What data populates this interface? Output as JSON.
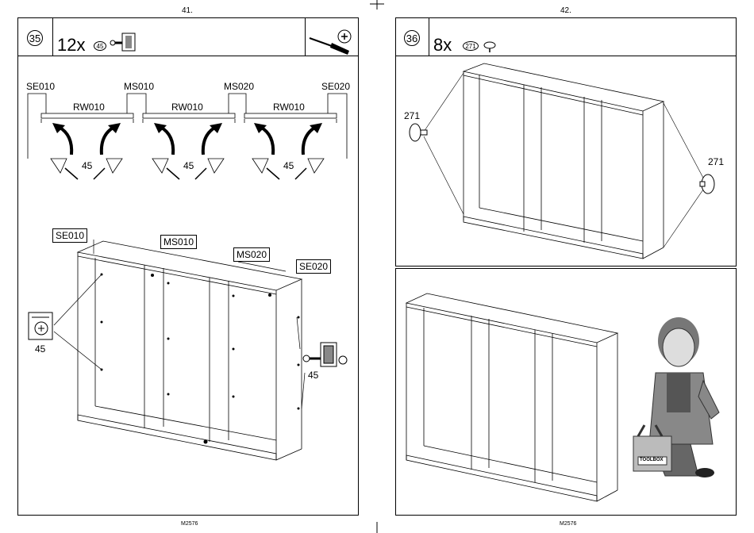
{
  "pages": {
    "left": {
      "number": "41.",
      "footer": "M2576"
    },
    "right": {
      "number": "42.",
      "footer": "M2576"
    }
  },
  "step35": {
    "step": "35",
    "quantity": "12x",
    "part": "45",
    "tool": "screwdriver-icon",
    "top_labels": [
      "SE010",
      "MS010",
      "MS020",
      "SE020"
    ],
    "rail_labels": [
      "RW010",
      "RW010",
      "RW010"
    ],
    "screw_labels": [
      "45",
      "45",
      "45"
    ],
    "box_labels": [
      "SE010",
      "MS010",
      "MS020",
      "SE020"
    ],
    "detail_left": "45",
    "detail_right": "45"
  },
  "step36": {
    "step": "36",
    "quantity": "8x",
    "part": "271",
    "callout_left": "271",
    "callout_right": "271"
  },
  "mascot": {
    "toolbox_text": "TOOLBOX"
  }
}
